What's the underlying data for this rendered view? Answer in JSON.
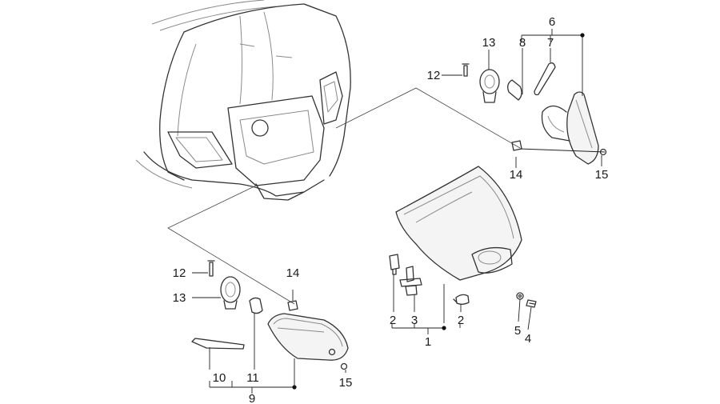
{
  "diagram": {
    "callouts": {
      "c1": "1",
      "c2a": "2",
      "c2b": "2",
      "c3": "3",
      "c4": "4",
      "c5": "5",
      "c6": "6",
      "c7": "7",
      "c8": "8",
      "c9": "9",
      "c10": "10",
      "c11": "11",
      "c12a": "12",
      "c12b": "12",
      "c13a": "13",
      "c13b": "13",
      "c14a": "14",
      "c14b": "14",
      "c15a": "15",
      "c15b": "15"
    },
    "colors": {
      "line": "#333333",
      "background": "#ffffff"
    }
  }
}
